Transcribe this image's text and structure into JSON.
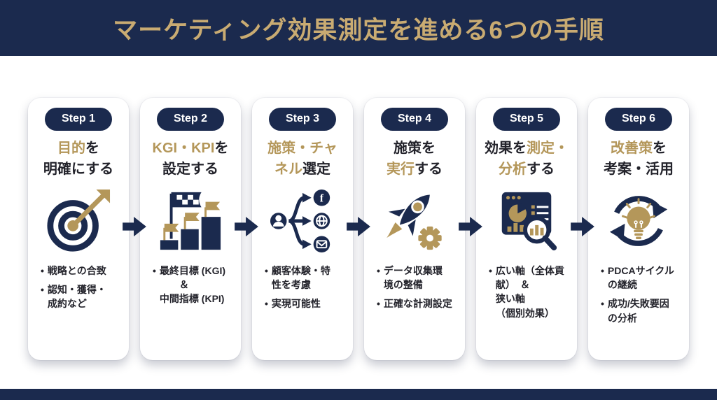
{
  "header": {
    "title": "マーケティング効果測定を進める6つの手順"
  },
  "colors": {
    "navy": "#1b2a4e",
    "gold": "#b4975a",
    "header_gold": "#c9ab72",
    "text_dark": "#23232b",
    "card_bg": "#ffffff",
    "page_bg": "#ffffff"
  },
  "steps": [
    {
      "badge": "Step 1",
      "icon": "target-icon",
      "title_lines": [
        [
          {
            "text": "目的",
            "tone": "gold"
          },
          {
            "text": "を",
            "tone": "dark"
          }
        ],
        [
          {
            "text": "明確にする",
            "tone": "dark"
          }
        ]
      ],
      "bullets": [
        "戦略との合致",
        "認知・獲得・\n成約など"
      ]
    },
    {
      "badge": "Step 2",
      "icon": "goal-flags-icon",
      "title_lines": [
        [
          {
            "text": "KGI・KPI",
            "tone": "gold"
          },
          {
            "text": "を",
            "tone": "dark"
          }
        ],
        [
          {
            "text": "設定する",
            "tone": "dark"
          }
        ]
      ],
      "bullets": [
        "最終目標 (KGI)\n　　＆\n中間指標 (KPI)"
      ]
    },
    {
      "badge": "Step 3",
      "icon": "channels-icon",
      "title_lines": [
        [
          {
            "text": "施策・チャ",
            "tone": "gold"
          }
        ],
        [
          {
            "text": "ネル",
            "tone": "gold"
          },
          {
            "text": "選定",
            "tone": "dark"
          }
        ]
      ],
      "bullets": [
        "顧客体験・特\n性を考慮",
        "実現可能性"
      ]
    },
    {
      "badge": "Step 4",
      "icon": "rocket-icon",
      "title_lines": [
        [
          {
            "text": "施策を",
            "tone": "dark"
          }
        ],
        [
          {
            "text": "実行",
            "tone": "gold"
          },
          {
            "text": "する",
            "tone": "dark"
          }
        ]
      ],
      "bullets": [
        "データ収集環\n境の整備",
        "正確な計測設定"
      ]
    },
    {
      "badge": "Step 5",
      "icon": "analytics-icon",
      "title_lines": [
        [
          {
            "text": "効果を",
            "tone": "dark"
          },
          {
            "text": "測定・",
            "tone": "gold"
          }
        ],
        [
          {
            "text": "分析",
            "tone": "gold"
          },
          {
            "text": "する",
            "tone": "dark"
          }
        ]
      ],
      "bullets": [
        "広い軸（全体貢\n献）　＆\n狭い軸\n（個別効果）"
      ]
    },
    {
      "badge": "Step 6",
      "icon": "pdca-bulb-icon",
      "title_lines": [
        [
          {
            "text": "改善策",
            "tone": "gold"
          },
          {
            "text": "を",
            "tone": "dark"
          }
        ],
        [
          {
            "text": "考案・活用",
            "tone": "dark"
          }
        ]
      ],
      "bullets": [
        "PDCAサイクル\nの継続",
        "成功/失敗要因\nの分析"
      ]
    }
  ]
}
